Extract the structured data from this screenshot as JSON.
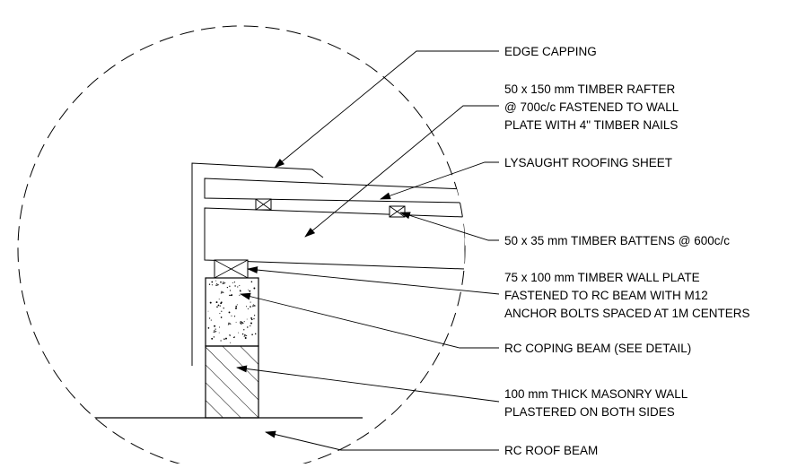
{
  "diagram": {
    "type": "architectural roof edge section detail",
    "line_color": "#000000",
    "background": "#ffffff",
    "labels": {
      "edge_capping": [
        "EDGE CAPPING"
      ],
      "rafter": [
        "50 x 150 mm TIMBER RAFTER",
        "@ 700c/c FASTENED TO WALL",
        "PLATE WITH 4\" TIMBER NAILS"
      ],
      "roofing_sheet": [
        "LYSAUGHT ROOFING SHEET"
      ],
      "battens": [
        "50 x 35 mm TIMBER BATTENS @ 600c/c"
      ],
      "wall_plate": [
        "75 x 100 mm TIMBER WALL PLATE",
        "FASTENED TO RC BEAM WITH M12",
        "ANCHOR BOLTS SPACED AT 1M CENTERS"
      ],
      "coping_beam": [
        "RC COPING BEAM (SEE DETAIL)"
      ],
      "masonry_wall": [
        "100 mm THICK MASONRY WALL",
        "PLASTERED ON BOTH SIDES"
      ],
      "roof_beam": [
        "RC ROOF BEAM"
      ]
    }
  }
}
